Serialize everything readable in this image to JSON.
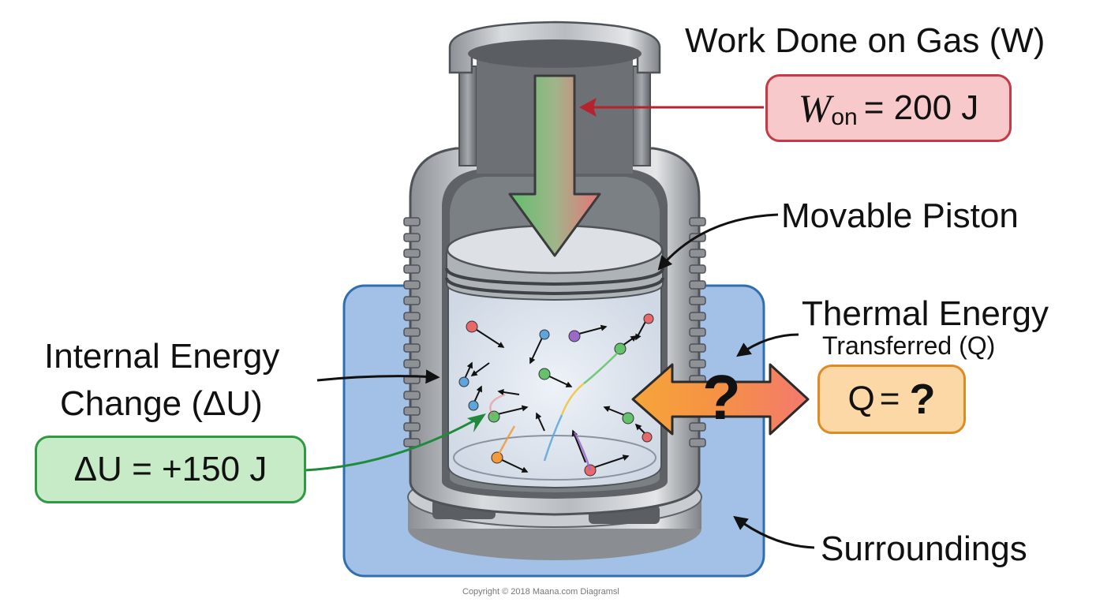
{
  "labels": {
    "work_title": "Work Done on Gas (W)",
    "work_box_symbol": "W",
    "work_box_subscript": "on",
    "work_box_value": "= 200 J",
    "piston_label": "Movable Piston",
    "thermal_title": "Thermal Energy",
    "thermal_subtitle": "Transferred (Q)",
    "q_box_symbol": "Q",
    "q_box_equals": "=",
    "q_box_value": "?",
    "center_question": "?",
    "internal_line1": "Internal Energy",
    "internal_line2": "Change (ΔU)",
    "du_box_symbol": "ΔU",
    "du_box_value": "= +150 J",
    "surroundings_label": "Surroundings",
    "copyright": "Copyright © 2018 Maana.com Diagramsl"
  },
  "colors": {
    "surroundings_fill": "#a3c0e6",
    "surroundings_border": "#2f6fae",
    "work_box_fill": "#f7c9cb",
    "work_box_border": "#c43a46",
    "du_box_fill": "#c7ebc7",
    "du_box_border": "#2f9a43",
    "q_box_fill": "#fcd8a6",
    "q_box_border": "#e08a22",
    "arrow_red": "#b4232e",
    "arrow_green": "#1f8a3a",
    "metal": "#b8bcc1"
  },
  "icons": [
    "cylinder-illustration",
    "work-down-arrow-icon",
    "heat-double-arrow-icon",
    "gas-molecule-icon"
  ]
}
